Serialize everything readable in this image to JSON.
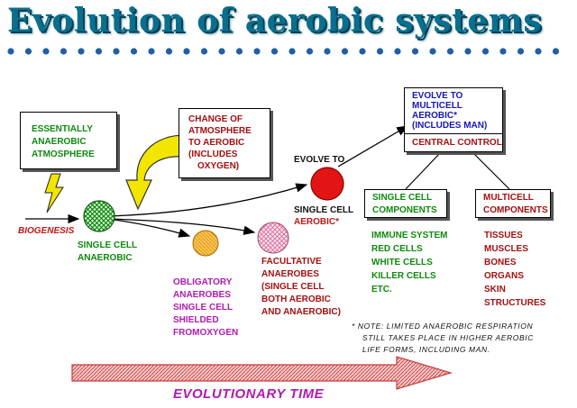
{
  "title": "Evolution of aerobic systems",
  "boxes": {
    "anaerobic_atmosphere": [
      "ESSENTIALLY",
      "ANAEROBIC",
      "ATMOSPHERE"
    ],
    "change_atmosphere": [
      "CHANGE OF",
      "ATMOSPHERE",
      "TO AEROBIC",
      "(INCLUDES",
      "OXYGEN)"
    ],
    "multicell_man": [
      "EVOLVE TO",
      "MULTICELL",
      "AEROBIC*",
      "(INCLUDES MAN)"
    ],
    "central_control": "CENTRAL CONTROL",
    "single_cell_components": [
      "SINGLE CELL",
      "COMPONENTS"
    ],
    "multicell_components": [
      "MULTICELL",
      "COMPONENTS"
    ]
  },
  "labels": {
    "biogenesis": "BIOGENESIS",
    "single_cell_anaerobic": [
      "SINGLE CELL",
      "ANAEROBIC"
    ],
    "evolve_to": "EVOLVE TO",
    "single_cell": "SINGLE CELL",
    "aerobic_star": "AEROBIC*",
    "obligatory": [
      "OBLIGATORY",
      "ANAEROBES",
      "SINGLE CELL",
      "SHIELDED",
      "FROMOXYGEN"
    ],
    "facultative": [
      "FACULTATIVE",
      "ANAEROBES",
      "(SINGLE CELL",
      "BOTH AEROBIC",
      "AND ANAEROBIC)"
    ]
  },
  "single_cell_list": [
    "IMMUNE SYSTEM",
    "RED CELLS",
    "WHITE CELLS",
    "KILLER CELLS",
    "ETC."
  ],
  "multicell_list": [
    "TISSUES",
    "MUSCLES",
    "BONES",
    "ORGANS",
    "SKIN",
    "STRUCTURES"
  ],
  "note": [
    "* NOTE: LIMITED ANAEROBIC RESPIRATION",
    "STILL TAKES PLACE IN HIGHER AEROBIC",
    "LIFE FORMS, INCLUDING MAN."
  ],
  "time_label": "EVOLUTIONARY TIME",
  "colors": {
    "title": "#0a6f8e",
    "dots": "#1e5fa8",
    "green": "#0e8a0e",
    "red": "#c21616",
    "blue": "#1616b8",
    "magenta": "#b01ab0",
    "yellow": "#f2e600",
    "orange_cell": "#f2a81c",
    "red_cell": "#e21414",
    "pink_cell": "#e48ab0",
    "time_arrow": "#c93a3a"
  }
}
